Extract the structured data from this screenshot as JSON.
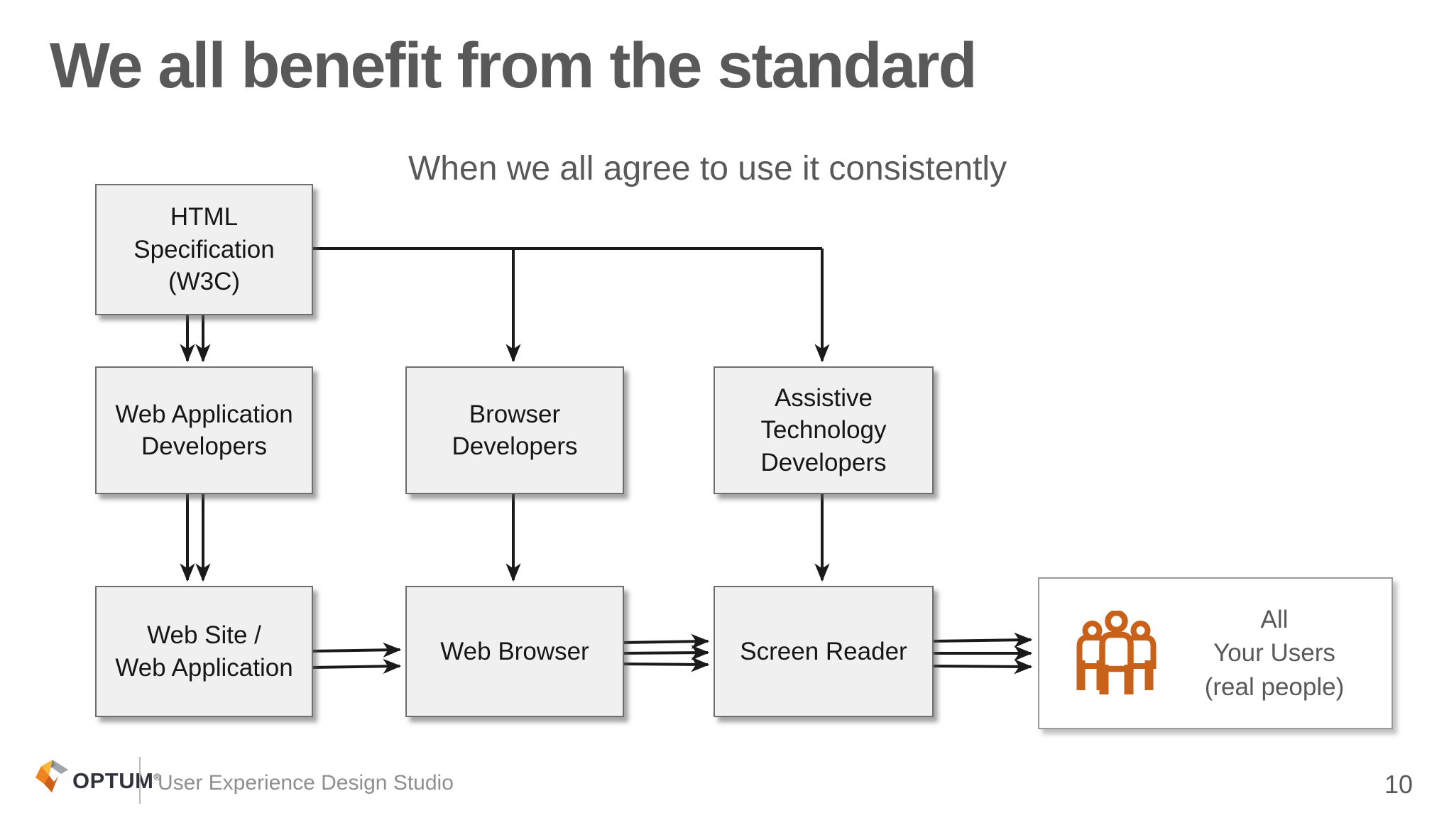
{
  "slide": {
    "title": "We all benefit from the standard",
    "subtitle": "When we all agree to use it consistently",
    "page_number": "10"
  },
  "diagram": {
    "boxes": {
      "html_spec": {
        "label": "HTML\nSpecification\n(W3C)"
      },
      "web_app_dev": {
        "label": "Web Application\nDevelopers"
      },
      "browser_dev": {
        "label": "Browser\nDevelopers"
      },
      "at_dev": {
        "label": "Assistive\nTechnology\nDevelopers"
      },
      "web_site": {
        "label": "Web Site /\nWeb Application"
      },
      "web_browser": {
        "label": "Web Browser"
      },
      "screen_reader": {
        "label": "Screen Reader"
      },
      "users": {
        "label": "All\nYour Users\n(real people)"
      }
    },
    "colors": {
      "box_fill": "#f0f0f1",
      "box_border": "#6e6e6e",
      "arrow": "#1a1a1a",
      "users_icon_orange": "#c8611a",
      "title_gray": "#595959"
    }
  },
  "footer": {
    "brand": "OPTUM",
    "registered": "®",
    "studio": "User Experience Design Studio"
  }
}
